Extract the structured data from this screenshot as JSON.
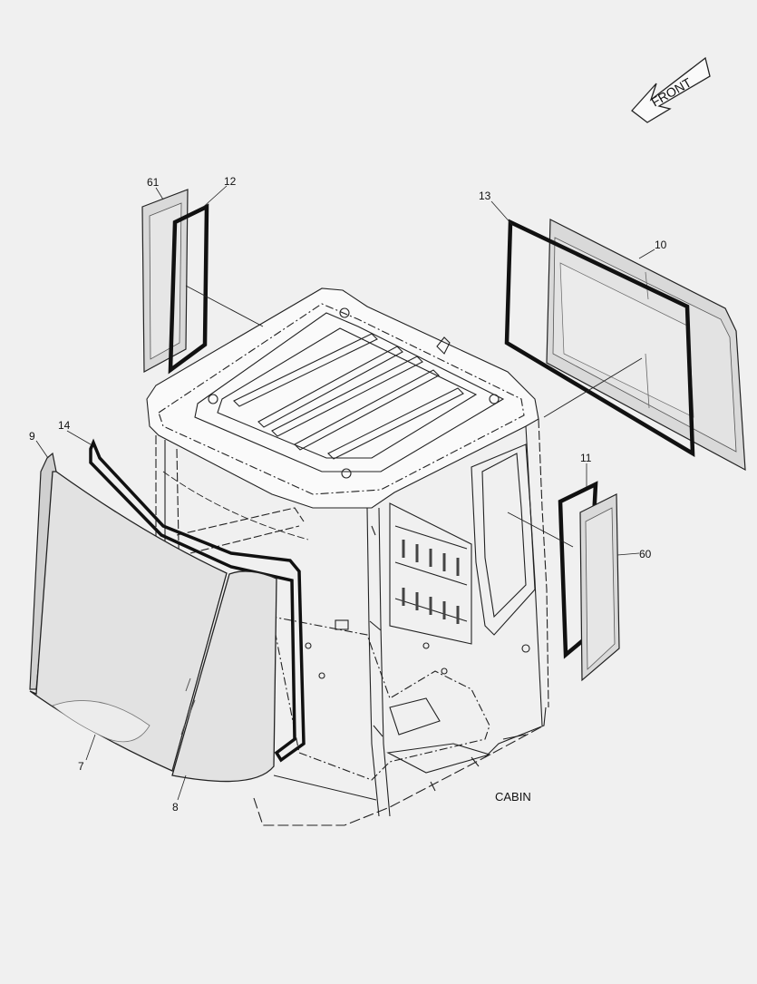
{
  "diagram": {
    "title": "CABIN",
    "front_arrow_label": "FRONT",
    "callouts": {
      "c61": "61",
      "c12": "12",
      "c13": "13",
      "c10": "10",
      "c9": "9",
      "c14": "14",
      "c11": "11",
      "c60": "60",
      "c7": "7",
      "c8": "8"
    }
  }
}
